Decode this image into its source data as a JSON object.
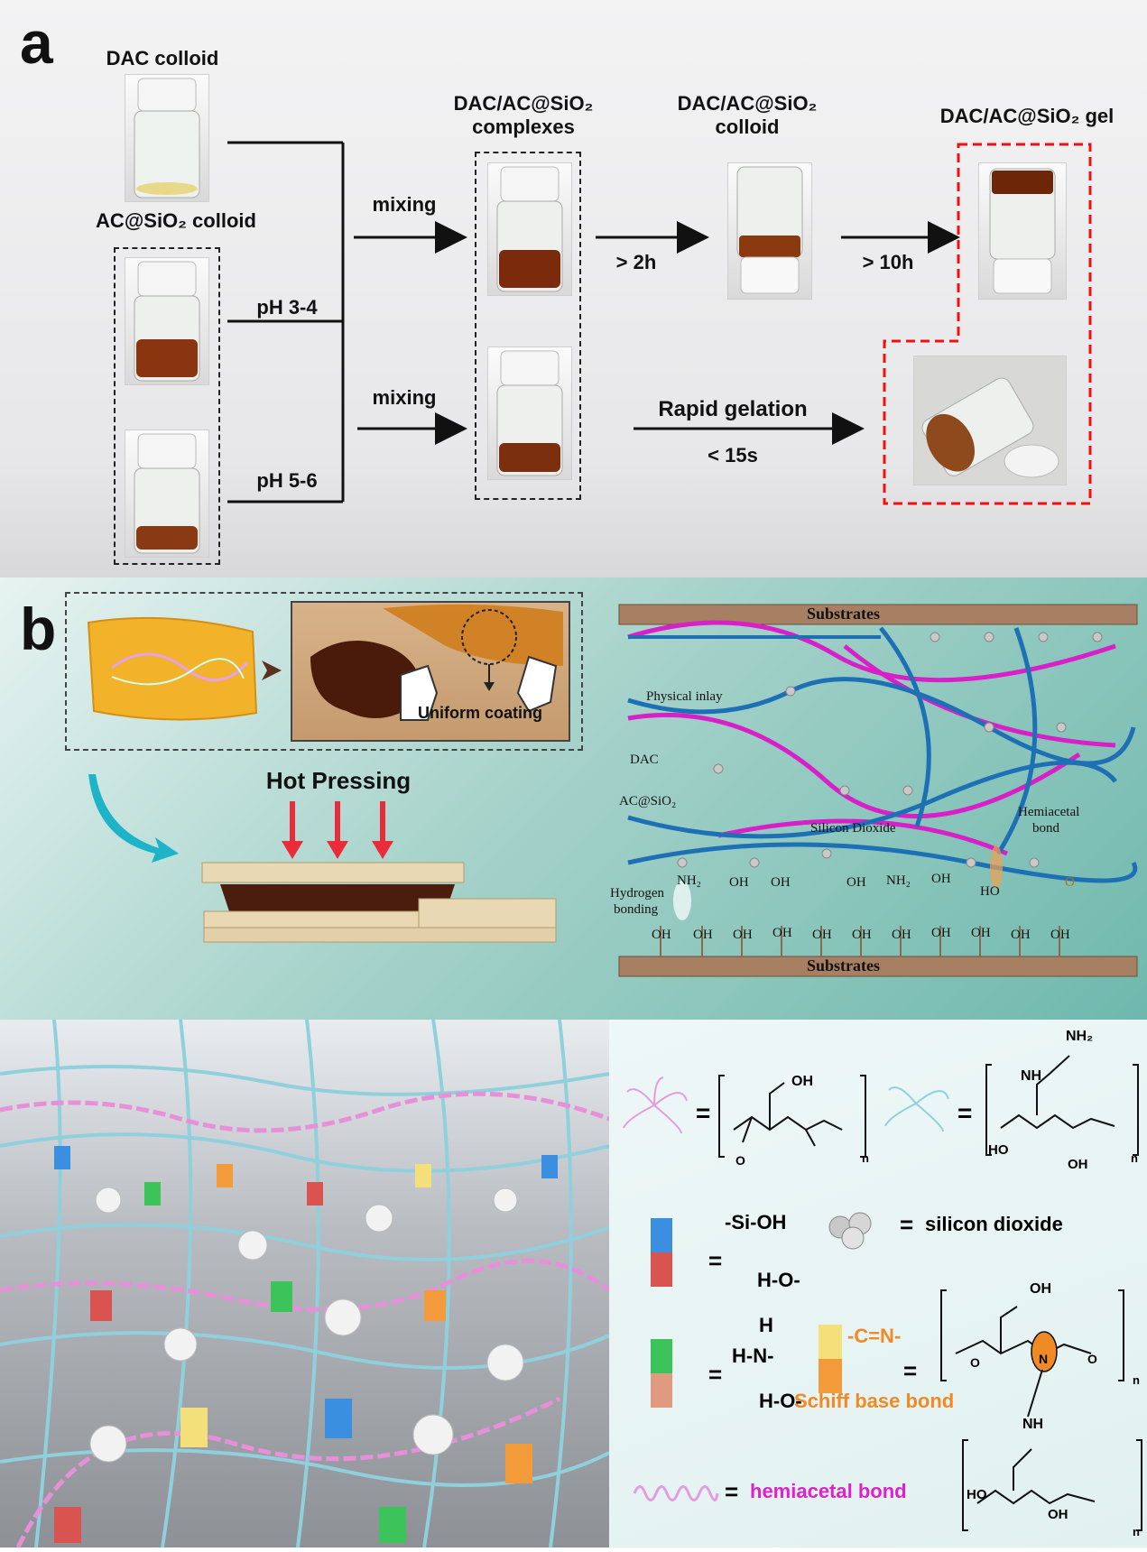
{
  "panel_a": {
    "label": "a",
    "dac_colloid": "DAC colloid",
    "acsio2_colloid": "AC@SiO₂ colloid",
    "ph_low": "pH 3-4",
    "ph_high": "pH 5-6",
    "mixing_top": "mixing",
    "mixing_bottom": "mixing",
    "complexes_line1": "DAC/AC@SiO₂",
    "complexes_line2": "complexes",
    "colloid_line1": "DAC/AC@SiO₂",
    "colloid_line2": "colloid",
    "gel": "DAC/AC@SiO₂ gel",
    "time_2h": "> 2h",
    "time_10h": "> 10h",
    "rapid_gelation": "Rapid gelation",
    "time_15s": "< 15s"
  },
  "panel_b": {
    "label": "b",
    "uniform_coating": "Uniform coating",
    "hot_pressing": "Hot Pressing",
    "substrates_top": "Substrates",
    "substrates_bottom": "Substrates",
    "physical_inlay": "Physical inlay",
    "dac": "DAC",
    "acsio2": "AC@SiO₂",
    "silicon_dioxide_label": "Silicon Dioxide",
    "hemiacetal_line1": "Hemiacetal",
    "hemiacetal_line2": "bond",
    "hydrogen_line1": "Hydrogen",
    "hydrogen_line2": "bonding",
    "groups": [
      "NH₂",
      "OH",
      "OH",
      "OH",
      "NH₂",
      "OH",
      "HO",
      "O"
    ],
    "oh_row": [
      "OH",
      "OH",
      "OH",
      "OH",
      "OH",
      "OH",
      "OH",
      "OH",
      "OH",
      "OH",
      "OH"
    ]
  },
  "legend": {
    "equals": "=",
    "oh": "OH",
    "o": "O",
    "n": "n",
    "nh2": "NH₂",
    "nh": "NH",
    "ho": "HO",
    "si_oh": "-Si-OH",
    "h_o": "H-O-",
    "silicon_dioxide": "silicon dioxide",
    "h": "H",
    "h_n": "H-N-",
    "c_n": "-C=N-",
    "schiff": "Schiff base bond",
    "n_atom": "N",
    "hemiacetal": "hemiacetal bond",
    "colors": {
      "blue": "#3a8fe0",
      "red": "#d9534f",
      "green": "#3cc35a",
      "orange": "#f39a3a",
      "yellow": "#f3e07a",
      "magenta": "#e020d0",
      "schiff_orange": "#f08a24"
    }
  }
}
